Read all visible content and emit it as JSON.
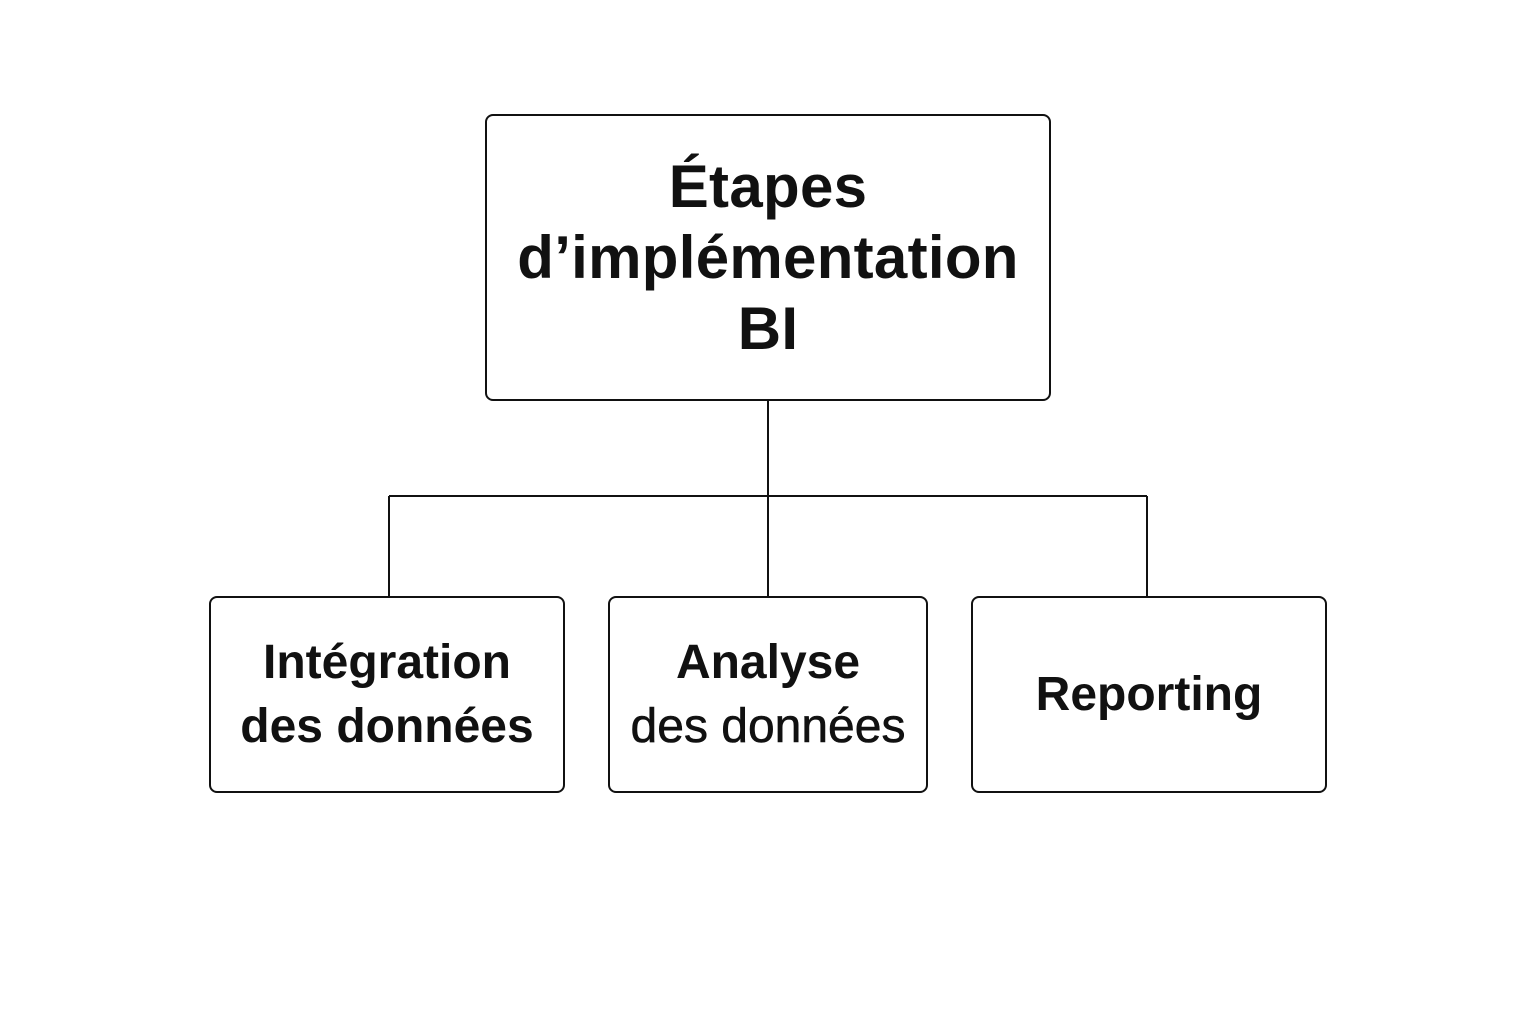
{
  "diagram": {
    "root": {
      "lines": [
        "Étapes",
        "d’implémentation",
        "BI"
      ]
    },
    "children": [
      {
        "lines": [
          "Intégration",
          "des données"
        ]
      },
      {
        "lines": [
          "Analyse",
          "des données"
        ]
      },
      {
        "lines": [
          "Reporting"
        ]
      }
    ]
  },
  "colors": {
    "stroke": "#111111",
    "background": "#ffffff"
  }
}
